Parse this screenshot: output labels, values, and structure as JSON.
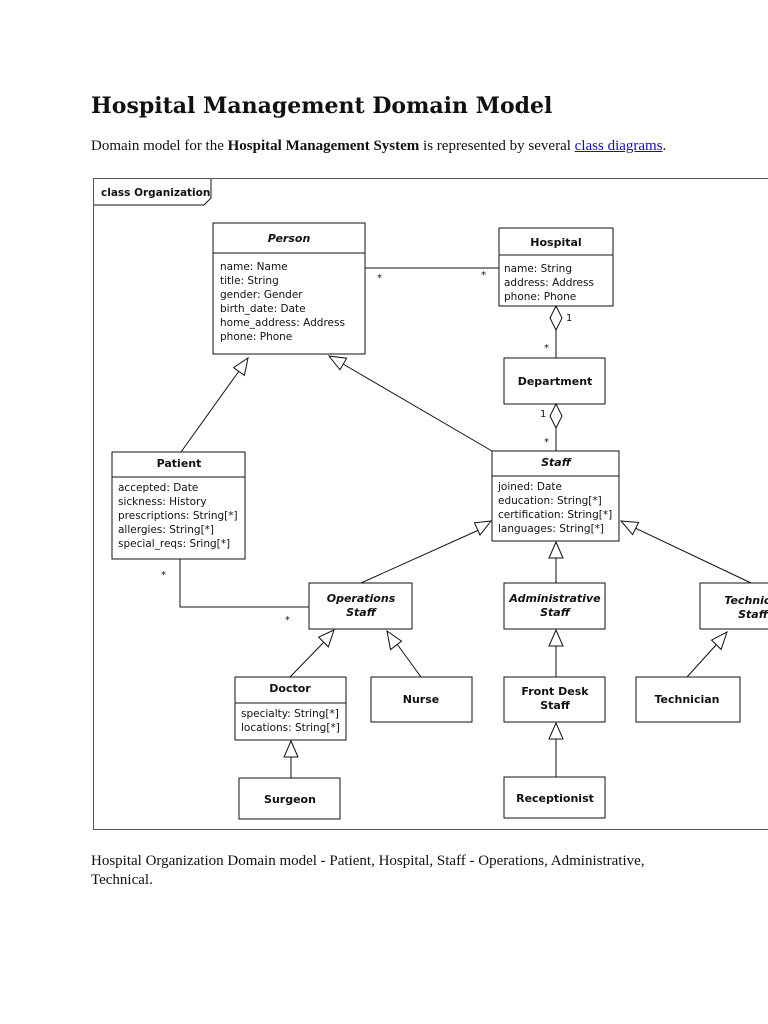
{
  "page": {
    "title": "Hospital Management Domain Model",
    "intro_prefix": "Domain model for the ",
    "intro_bold": "Hospital Management System",
    "intro_middle": " is represented by several ",
    "intro_link": "class diagrams",
    "intro_suffix": ".",
    "caption": "Hospital Organization Domain model - Patient, Hospital, Staff - Operations, Administrative, Technical."
  },
  "diagram": {
    "frame_label": "class Organization",
    "classes": {
      "person": {
        "name": "Person",
        "attributes": [
          "name: Name",
          "title: String",
          "gender: Gender",
          "birth_date: Date",
          "home_address: Address",
          "phone: Phone"
        ]
      },
      "hospital": {
        "name": "Hospital",
        "attributes": [
          "name: String",
          "address: Address",
          "phone: Phone"
        ]
      },
      "department": {
        "name": "Department"
      },
      "patient": {
        "name": "Patient",
        "attributes": [
          "accepted: Date",
          "sickness: History",
          "prescriptions: String[*]",
          "allergies: String[*]",
          "special_reqs: Sring[*]"
        ]
      },
      "staff": {
        "name": "Staff",
        "attributes": [
          "joined: Date",
          "education: String[*]",
          "certification: String[*]",
          "languages: String[*]"
        ]
      },
      "operations_staff": {
        "name_lines": [
          "Operations",
          "Staff"
        ]
      },
      "administrative_staff": {
        "name_lines": [
          "Administrative",
          "Staff"
        ]
      },
      "technical_staff": {
        "name_lines": [
          "Technical",
          "Staff"
        ]
      },
      "doctor": {
        "name": "Doctor",
        "attributes": [
          "specialty: String[*]",
          "locations: String[*]"
        ]
      },
      "nurse": {
        "name": "Nurse"
      },
      "front_desk_staff": {
        "name_lines": [
          "Front Desk",
          "Staff"
        ]
      },
      "technician": {
        "name": "Technician"
      },
      "surgeon": {
        "name": "Surgeon"
      },
      "receptionist": {
        "name": "Receptionist"
      }
    },
    "multiplicities": {
      "person_hospital_left": "*",
      "person_hospital_right": "*",
      "hospital_department_one": "1",
      "hospital_department_many": "*",
      "department_staff_one": "1",
      "department_staff_many": "*",
      "patient_ops_patient": "*",
      "patient_ops_ops": "*"
    }
  }
}
